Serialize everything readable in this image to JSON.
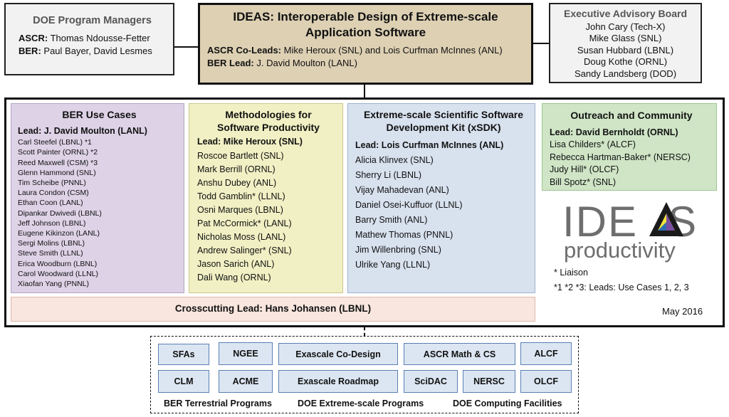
{
  "doe_managers": {
    "title": "DOE Program Managers",
    "ascr_label": "ASCR:",
    "ascr_names": "Thomas Ndousse-Fetter",
    "ber_label": "BER:",
    "ber_names": "Paul Bayer, David Lesmes"
  },
  "ideas": {
    "title_line1": "IDEAS: Interoperable Design of Extreme-scale",
    "title_line2": "Application Software",
    "coleads_label": "ASCR Co-Leads:",
    "coleads_names": "Mike Heroux (SNL) and Lois Curfman McInnes (ANL)",
    "berlead_label": "BER Lead:",
    "berlead_names": "J. David Moulton (LANL)"
  },
  "advisory": {
    "title": "Executive Advisory Board",
    "members": [
      "John Cary (Tech-X)",
      "Mike Glass (SNL)",
      "Susan Hubbard (LBNL)",
      "Doug Kothe (ORNL)",
      "Sandy Landsberg (DOD)"
    ]
  },
  "ber_use_cases": {
    "title": "BER Use Cases",
    "lead": "Lead: J. David Moulton (LANL)",
    "members": [
      "Carl Steefel (LBNL) *1",
      "Scott Painter (ORNL) *2",
      "Reed Maxwell (CSM) *3",
      "Glenn Hammond (SNL)",
      "Tim Scheibe (PNNL)",
      "Laura Condon (CSM)",
      "Ethan Coon (LANL)",
      "Dipankar Dwivedi (LBNL)",
      "Jeff Johnson (LBNL)",
      "Eugene Kikinzon (LANL)",
      "Sergi Molins (LBNL)",
      "Steve Smith (LLNL)",
      "Erica Woodburn (LBNL)",
      "Carol Woodward (LLNL)",
      "Xiaofan Yang (PNNL)"
    ]
  },
  "methodologies": {
    "title_line1": "Methodologies for",
    "title_line2": "Software Productivity",
    "lead": "Lead: Mike Heroux (SNL)",
    "members": [
      "Roscoe Bartlett (SNL)",
      "Mark Berrill (ORNL)",
      "Anshu Dubey (ANL)",
      "Todd Gamblin* (LLNL)",
      "Osni Marques (LBNL)",
      "Pat McCormick* (LANL)",
      "Nicholas Moss (LANL)",
      "Andrew Salinger* (SNL)",
      "Jason Sarich (ANL)",
      "Dali Wang (ORNL)"
    ]
  },
  "xsdk": {
    "title_line1": "Extreme-scale Scientific Software",
    "title_line2": "Development Kit (xSDK)",
    "lead": "Lead: Lois Curfman McInnes (ANL)",
    "members": [
      "Alicia Klinvex (SNL)",
      "Sherry Li (LBNL)",
      "Vijay Mahadevan (ANL)",
      "Daniel Osei-Kuffuor (LLNL)",
      "Barry Smith (ANL)",
      "Mathew Thomas (PNNL)",
      "Jim Willenbring (SNL)",
      "Ulrike Yang (LLNL)"
    ]
  },
  "outreach": {
    "title": "Outreach and Community",
    "lead": "Lead: David Bernholdt (ORNL)",
    "members": [
      "Lisa Childers* (ALCF)",
      "Rebecca Hartman-Baker* (NERSC)",
      "Judy Hill* (OLCF)",
      "Bill Spotz* (SNL)"
    ]
  },
  "logo": {
    "word1": "IDEAS",
    "word2": "productivity"
  },
  "notes": {
    "liaison": "*  Liaison",
    "leads": "*1 *2 *3: Leads: Use Cases 1, 2, 3",
    "date": "May 2016"
  },
  "crosscutting": "Crosscutting Lead: Hans Johansen (LBNL)",
  "programs": {
    "sfas": "SFAs",
    "ngee": "NGEE",
    "exa_codesign": "Exascale Co-Design",
    "ascr_math": "ASCR Math & CS",
    "alcf": "ALCF",
    "clm": "CLM",
    "acme": "ACME",
    "exa_roadmap": "Exascale Roadmap",
    "scidac": "SciDAC",
    "nersc": "NERSC",
    "olcf": "OLCF"
  },
  "program_categories": {
    "ber": "BER Terrestrial Programs",
    "doe_exa": "DOE Extreme-scale Programs",
    "doe_comp": "DOE Computing Facilities"
  },
  "colors": {
    "doe_box": "#f2f2f2",
    "ideas_box": "#ddd0b3",
    "ber_box": "#ddd2e6",
    "methods_box": "#f1f0c4",
    "xsdk_box": "#d8e1ee",
    "outreach_box": "#cfe5c6",
    "cross_box": "#f8e6df",
    "program_box": "#dce6f2"
  }
}
